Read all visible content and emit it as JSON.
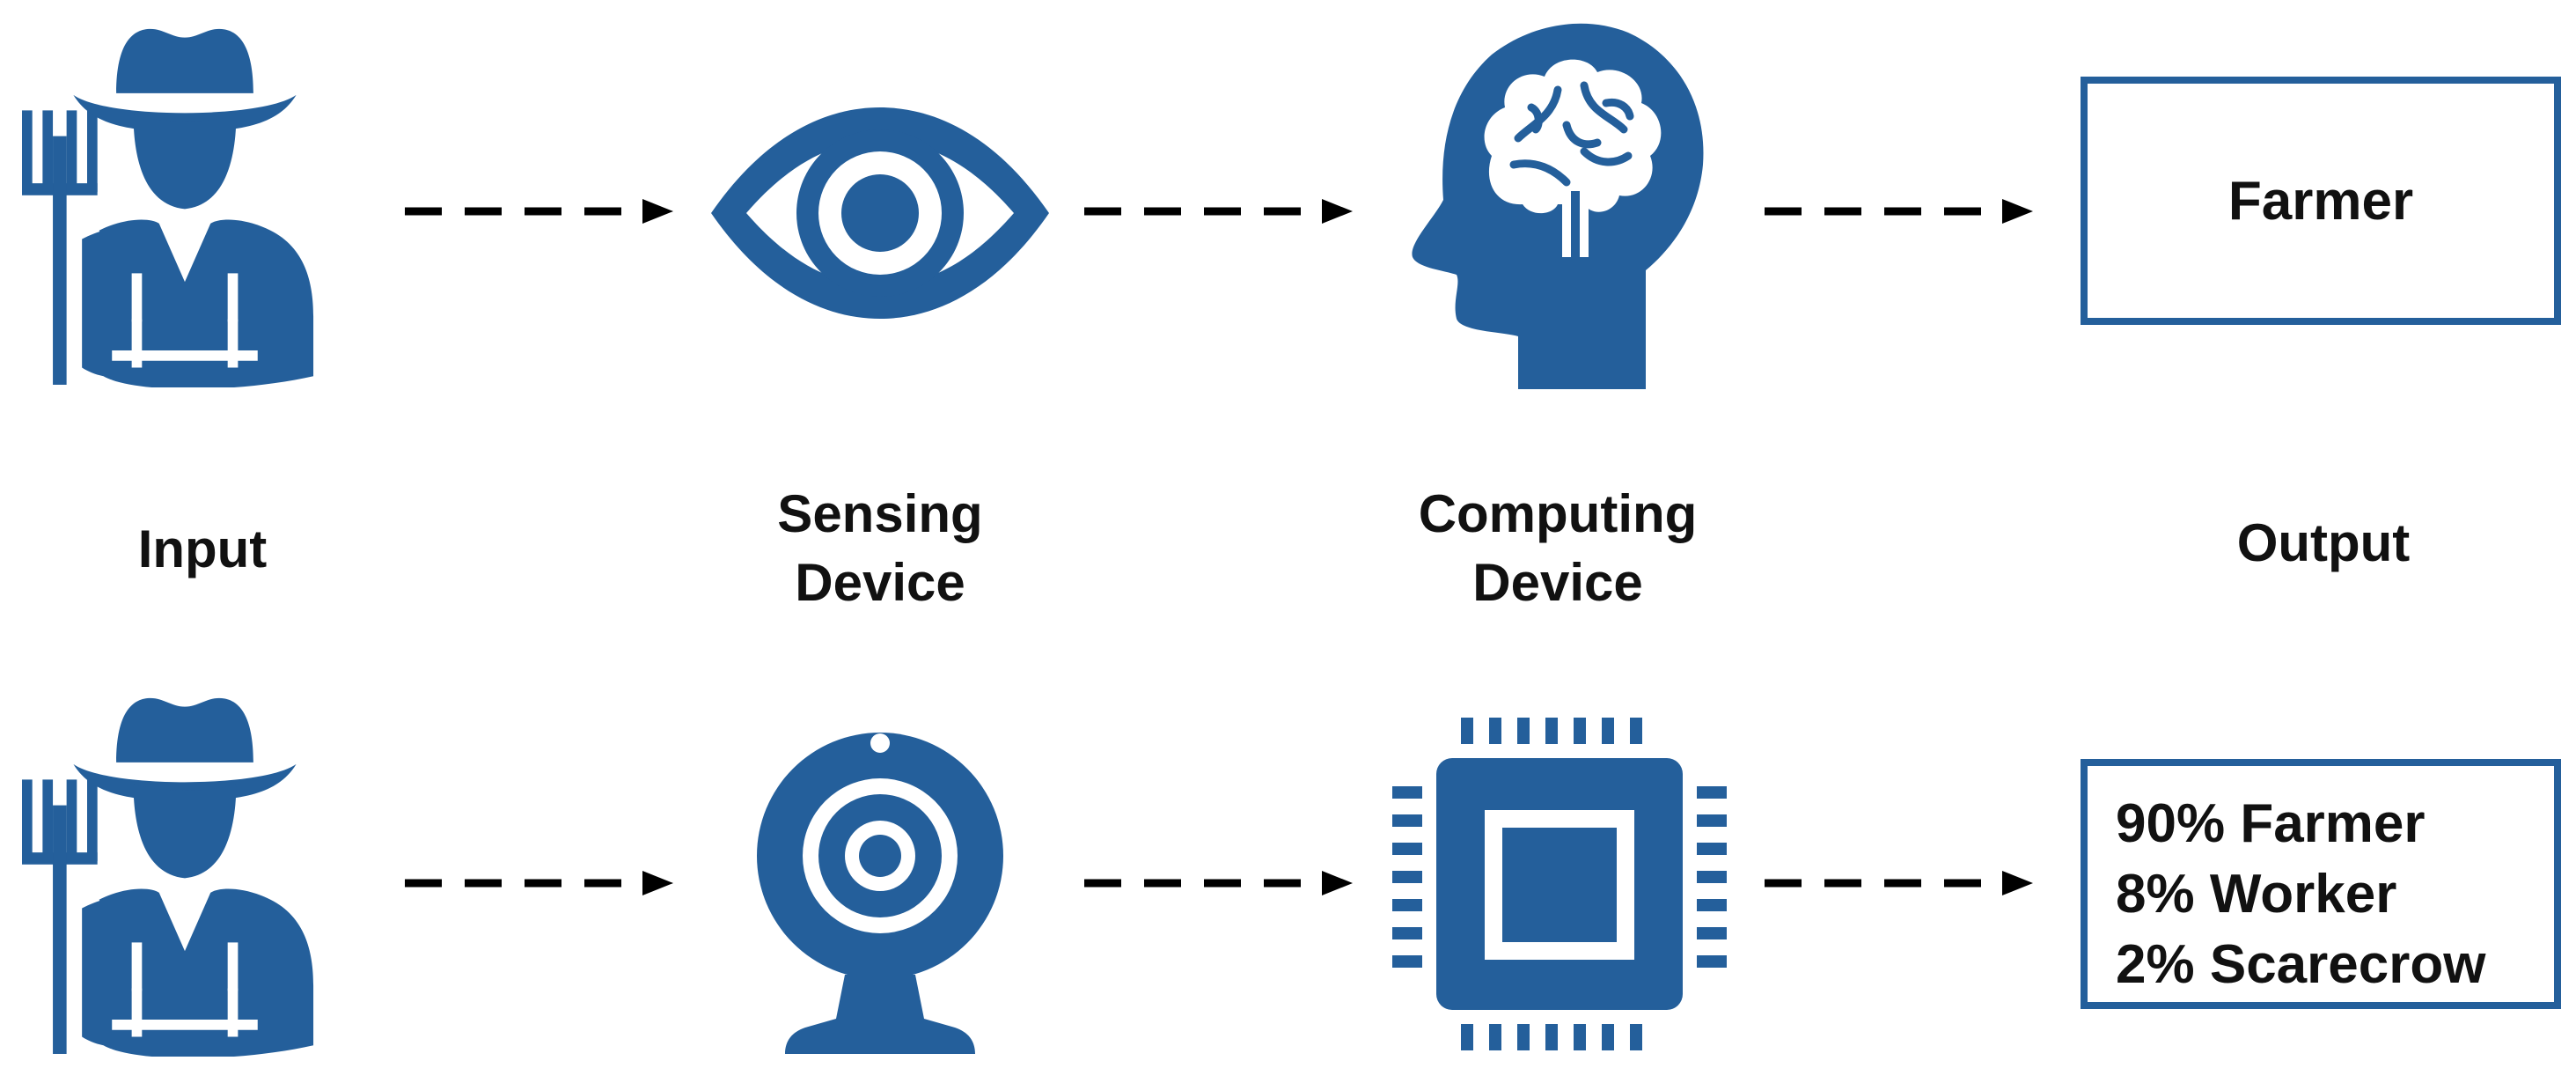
{
  "colors": {
    "accent": "#245f9b",
    "text": "#111111",
    "arrow": "#000000"
  },
  "labels": {
    "input": "Input",
    "sensing_line1": "Sensing",
    "sensing_line2": "Device",
    "computing_line1": "Computing",
    "computing_line2": "Device",
    "output": "Output"
  },
  "top_row": {
    "icons": [
      "farmer-icon",
      "eye-icon",
      "brain-head-icon"
    ],
    "output": "Farmer"
  },
  "bottom_row": {
    "icons": [
      "farmer-icon",
      "webcam-icon",
      "cpu-chip-icon"
    ],
    "output_lines": [
      "90% Farmer",
      "8% Worker",
      "2% Scarecrow"
    ]
  }
}
